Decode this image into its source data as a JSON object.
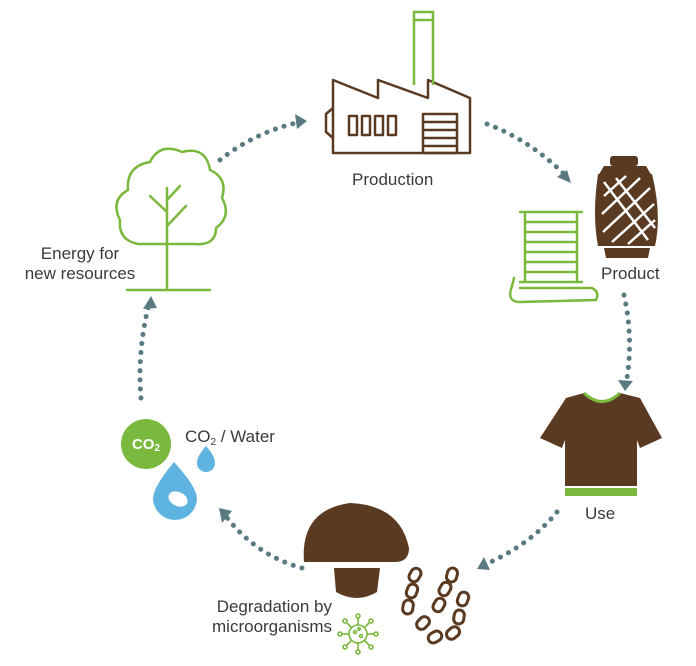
{
  "colors": {
    "green": "#7ab83e",
    "brown": "#5b3a22",
    "dots": "#5a7a82",
    "water": "#5fb3e0",
    "text": "#3a3a3a"
  },
  "stages": {
    "production": "Production",
    "product": "Product",
    "use": "Use",
    "degradation_line1": "Degradation by",
    "degradation_line2": "microorganisms",
    "co2_main": "CO",
    "co2_sub": "2",
    "co2_water_rest": "/ Water",
    "energy_line1": "Energy for",
    "energy_line2": "new resources"
  },
  "badge": {
    "main": "CO",
    "sub": "2"
  },
  "icons": [
    "factory-icon",
    "yarn-spool-icon",
    "thread-bobbin-icon",
    "tshirt-icon",
    "mushroom-icon",
    "microorganism-icon",
    "bacteria-chain-icon",
    "co2-badge-icon",
    "water-drop-icon",
    "tree-icon",
    "cycle-arrow-icon"
  ]
}
